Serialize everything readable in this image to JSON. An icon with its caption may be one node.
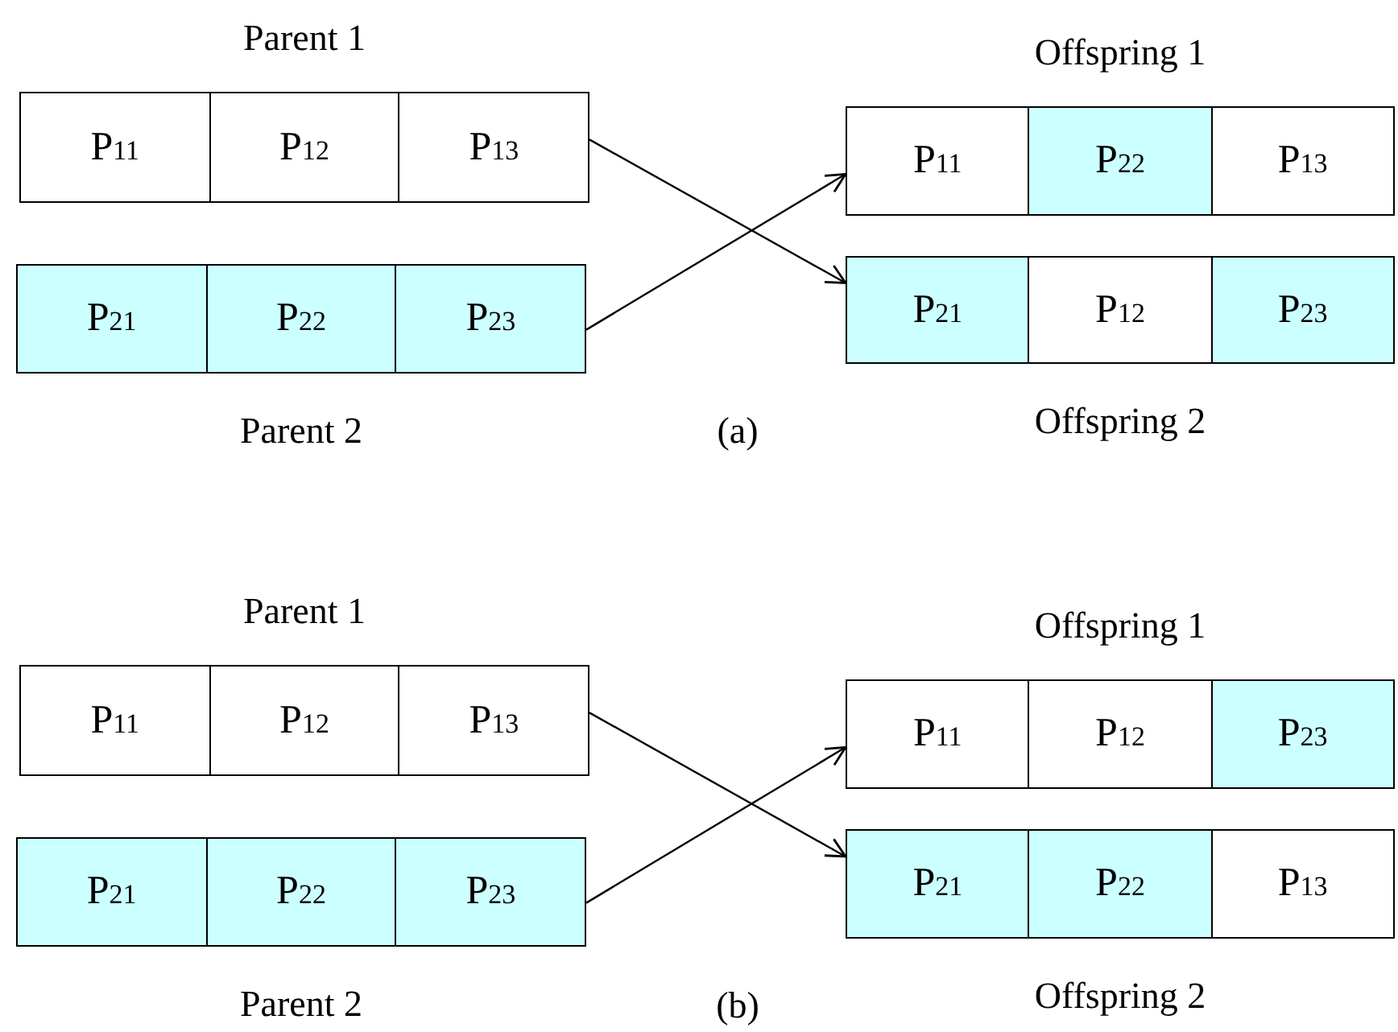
{
  "diagram": {
    "nodes": [
      {
        "text": [
          "Parent 1"
        ]
      },
      {
        "text": [
          "P$_{11}$"
        ],
        "in": 0
      },
      {
        "text": [
          "P$_{12}$"
        ],
        "in": 0
      },
      {
        "text": [
          "P$_{13}$"
        ],
        "in": 0
      },
      {
        "text": [
          "Offspring 1"
        ]
      },
      {
        "text": [
          "P$_{11}$"
        ],
        "in": 4
      },
      {
        "text": [
          "P$_{22}$"
        ],
        "in": 4
      },
      {
        "text": [
          "P$_{13}$"
        ],
        "in": 4
      },
      {
        "text": [
          "Parent 2"
        ]
      },
      {
        "text": [
          "P$_{21}$"
        ],
        "in": 8
      },
      {
        "text": [
          "P$_{22}$"
        ],
        "in": 8
      },
      {
        "text": [
          "P$_{23}$"
        ],
        "in": 8
      },
      {
        "text": [
          "Offspring 2"
        ]
      },
      {
        "text": [
          "P$_{21}$"
        ],
        "in": 12
      },
      {
        "text": [
          "P$_{12}$"
        ],
        "in": 12
      },
      {
        "text": [
          "P$_{23}$"
        ],
        "in": 12
      },
      {
        "text": [
          "Parent 1"
        ]
      },
      {
        "text": [
          "P$_{11}$"
        ],
        "in": 16
      },
      {
        "text": [
          "P$_{12}$"
        ],
        "in": 16
      },
      {
        "text": [
          "P$_{13}$"
        ],
        "in": 16
      },
      {
        "text": [
          "Offspring 1"
        ]
      },
      {
        "text": [
          "P$_{11}$"
        ],
        "in": 20
      },
      {
        "text": [
          "P$_{12}$"
        ],
        "in": 20
      },
      {
        "text": [
          "P$_{23}$"
        ],
        "in": 20
      },
      {
        "text": [
          "Parent 2"
        ]
      },
      {
        "text": [
          "P$_{21}$"
        ],
        "in": 24
      },
      {
        "text": [
          "P$_{22}$"
        ],
        "in": 24
      },
      {
        "text": [
          "P$_{23}$"
        ],
        "in": 24
      },
      {
        "text": [
          "Offspring 2"
        ]
      },
      {
        "text": [
          "P$_{21}$"
        ],
        "in": 28
      },
      {
        "text": [
          "P$_{22}$"
        ],
        "in": 28
      },
      {
        "text": [
          "P$_{13}$"
        ],
        "in": 28
      }
    ],
    "edges": [
      {
        "from": 0,
        "to": 12,
        "arrow": "to"
      },
      {
        "from": 8,
        "to": 4,
        "arrow": "to"
      },
      {
        "from": 16,
        "to": 28,
        "arrow": "to"
      },
      {
        "from": 24,
        "to": 20,
        "arrow": "to"
      }
    ],
    "labels": [
      "(a)",
      "(b)"
    ]
  }
}
